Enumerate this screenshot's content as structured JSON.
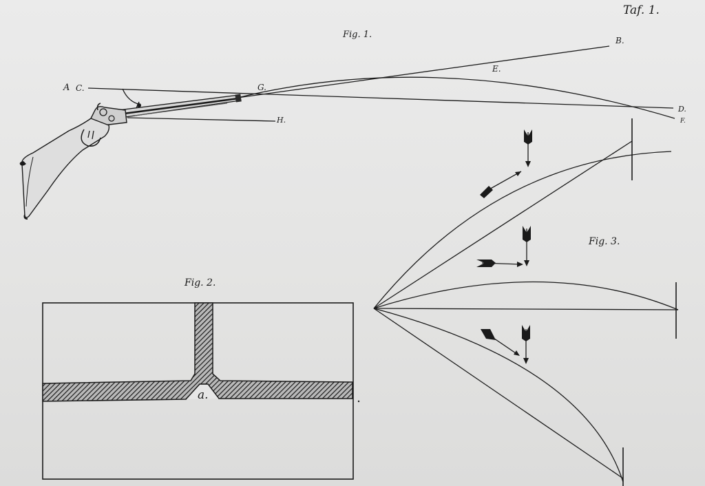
{
  "plate": {
    "tafel": "Taf. 1."
  },
  "fig1": {
    "title": "Fig. 1.",
    "points": {
      "A": "A",
      "C": "C.",
      "G": "G.",
      "B": "B.",
      "E": "E.",
      "D": "D.",
      "F": "F.",
      "H": "H."
    }
  },
  "fig2": {
    "title": "Fig. 2.",
    "point_a": "a."
  },
  "fig3": {
    "title": "Fig. 3."
  },
  "colors": {
    "ink": "#1a1a1a",
    "paper": "#e6e6e6"
  }
}
